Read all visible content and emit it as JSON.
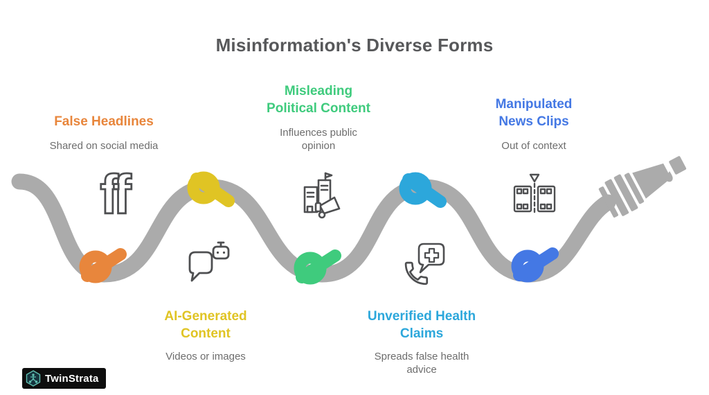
{
  "title": "Misinformation's Diverse Forms",
  "items": [
    {
      "name": "false-headlines",
      "label": "False Headlines",
      "description": "Shared on social media",
      "color": "#E8863C",
      "icon": "facebook-ff-icon"
    },
    {
      "name": "ai-generated-content",
      "label": "AI-Generated\nContent",
      "description": "Videos or images",
      "color": "#E0C424",
      "icon": "chat-robot-icon"
    },
    {
      "name": "misleading-political-content",
      "label": "Misleading\nPolitical Content",
      "description": "Influences public\nopinion",
      "color": "#3FCB7D",
      "icon": "building-megaphone-icon"
    },
    {
      "name": "unverified-health-claims",
      "label": "Unverified Health\nClaims",
      "description": "Spreads false health\nadvice",
      "color": "#2CA7DB",
      "icon": "phone-health-icon"
    },
    {
      "name": "manipulated-news-clips",
      "label": "Manipulated\nNews Clips",
      "description": "Out of context",
      "color": "#4478E4",
      "icon": "film-cut-icon"
    }
  ],
  "ff_glyph": "ff",
  "logo": {
    "text": "TwinStrata",
    "accent": "#5FBFB0",
    "background": "#0E0E0E"
  },
  "colors": {
    "rope": "#ABABAB",
    "title": "#57585A",
    "description": "#6D6D6D",
    "icon_stroke": "#4E4F51"
  }
}
